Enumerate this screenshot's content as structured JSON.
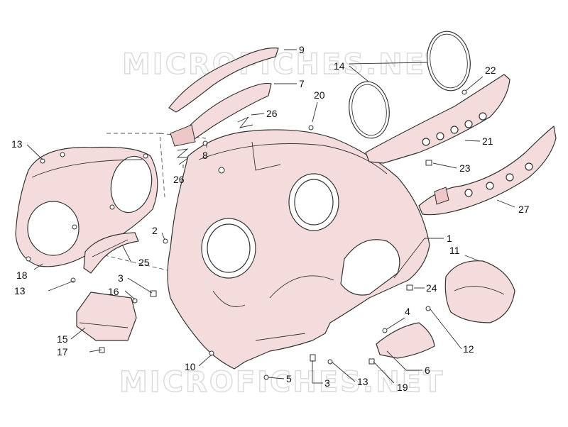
{
  "watermark": {
    "top": "MICROFICHES.NET",
    "bottom": "MICROFICHES.NET"
  },
  "callouts": {
    "c1": "1",
    "c2": "2",
    "c3a": "3",
    "c3b": "3",
    "c4": "4",
    "c5": "5",
    "c6": "6",
    "c7": "7",
    "c8": "8",
    "c9": "9",
    "c10": "10",
    "c11": "11",
    "c12": "12",
    "c13a": "13",
    "c13b": "13",
    "c13c": "13",
    "c14": "14",
    "c15": "15",
    "c16": "16",
    "c17": "17",
    "c18": "18",
    "c19": "19",
    "c20": "20",
    "c21": "21",
    "c22": "22",
    "c23": "23",
    "c24": "24",
    "c25": "25",
    "c26a": "26",
    "c26b": "26",
    "c27": "27"
  }
}
